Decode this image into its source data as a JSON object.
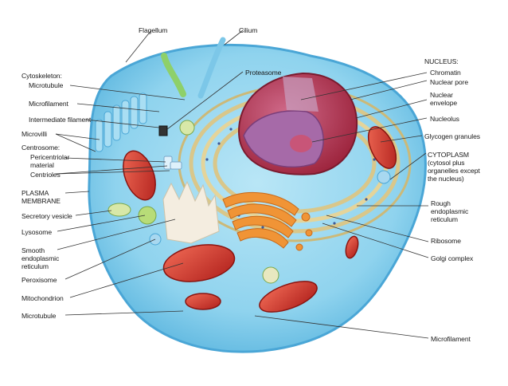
{
  "labels": {
    "flagellum": "Flagellum",
    "cilium": "Cilium",
    "proteasome": "Proteasome",
    "cytoskeleton": "Cytoskeleton:",
    "microtubule_top": "Microtubule",
    "microfilament_left": "Microfilament",
    "intermediate_filament": "Intermediate filament",
    "microvilli": "Microvilli",
    "centrosome": "Centrosome:",
    "pericentriolar": "Pericentriolar\nmaterial",
    "centrioles": "Centrioles",
    "plasma_membrane": "PLASMA\nMEMBRANE",
    "secretory_vesicle": "Secretory vesicle",
    "lysosome": "Lysosome",
    "smooth_er": "Smooth\nendoplasmic\nreticulum",
    "peroxisome": "Peroxisome",
    "mitochondrion": "Mitochondrion",
    "microtubule_bottom": "Microtubule",
    "nucleus": "NUCLEUS:",
    "chromatin": "Chromatin",
    "nuclear_pore": "Nuclear pore",
    "nuclear_envelope": "Nuclear\nenvelope",
    "nucleolus": "Nucleolus",
    "glycogen_granules": "Glycogen granules",
    "cytoplasm": "CYTOPLASM\n(cytosol plus\norganelles except\nthe nucleus)",
    "rough_er": "Rough\nendoplasmic\nreticulum",
    "ribosome": "Ribosome",
    "golgi_complex": "Golgi complex",
    "microfilament_bottom": "Microfilament"
  },
  "colors": {
    "cytoplasm": "#8fd3ee",
    "membrane": "#5fb8e0",
    "nucleus": "#c43a55",
    "nucleoplasm": "#a66aa8",
    "mitochondria": "#d8332c",
    "golgi": "#f09436",
    "er": "#e4d49a",
    "vesicle": "#b8dc78"
  }
}
